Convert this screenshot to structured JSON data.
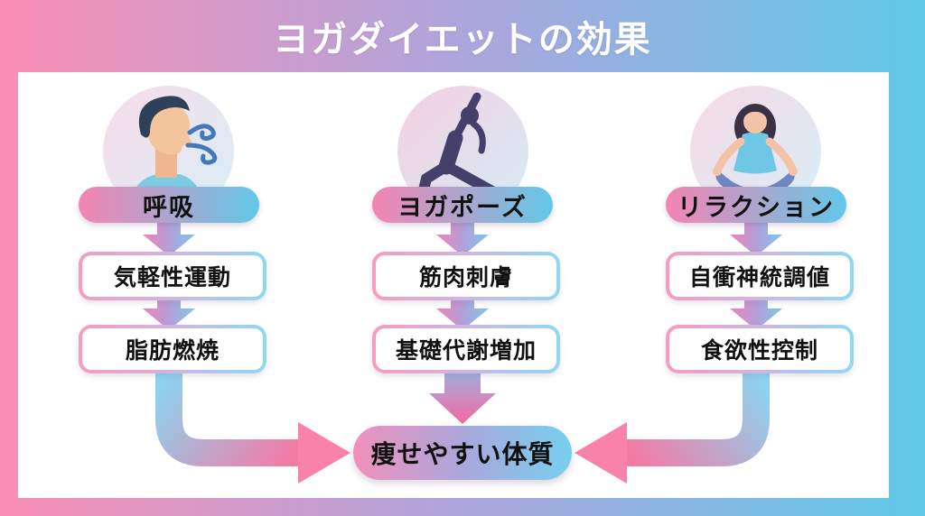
{
  "title": "ヨガダイエットの効果",
  "columns": [
    {
      "icon": "breathing-icon",
      "label": "呼吸",
      "steps": [
        "気軽性運動",
        "脂肪燃焼"
      ]
    },
    {
      "icon": "yoga-pose-icon",
      "label": "ヨガポーズ",
      "steps": [
        "筋肉刺膚",
        "基礎代謝増加"
      ]
    },
    {
      "icon": "meditation-icon",
      "label": "リラクション",
      "steps": [
        "自衝神統調値",
        "食欲性控制"
      ]
    }
  ],
  "result": "痩せやすい体質",
  "colors": {
    "bg_pink": "#F98FB4",
    "bg_purple": "#ADA5DC",
    "bg_blue": "#5FC9E8",
    "pill_pink": "#F584B2",
    "pill_blue": "#62C8E9",
    "arrow_pink": "#F783AA",
    "arrow_blue": "#8ED2EE",
    "panel_bg": "#FFFFFF",
    "title_text": "#FFFFFF",
    "body_text": "#111111"
  }
}
